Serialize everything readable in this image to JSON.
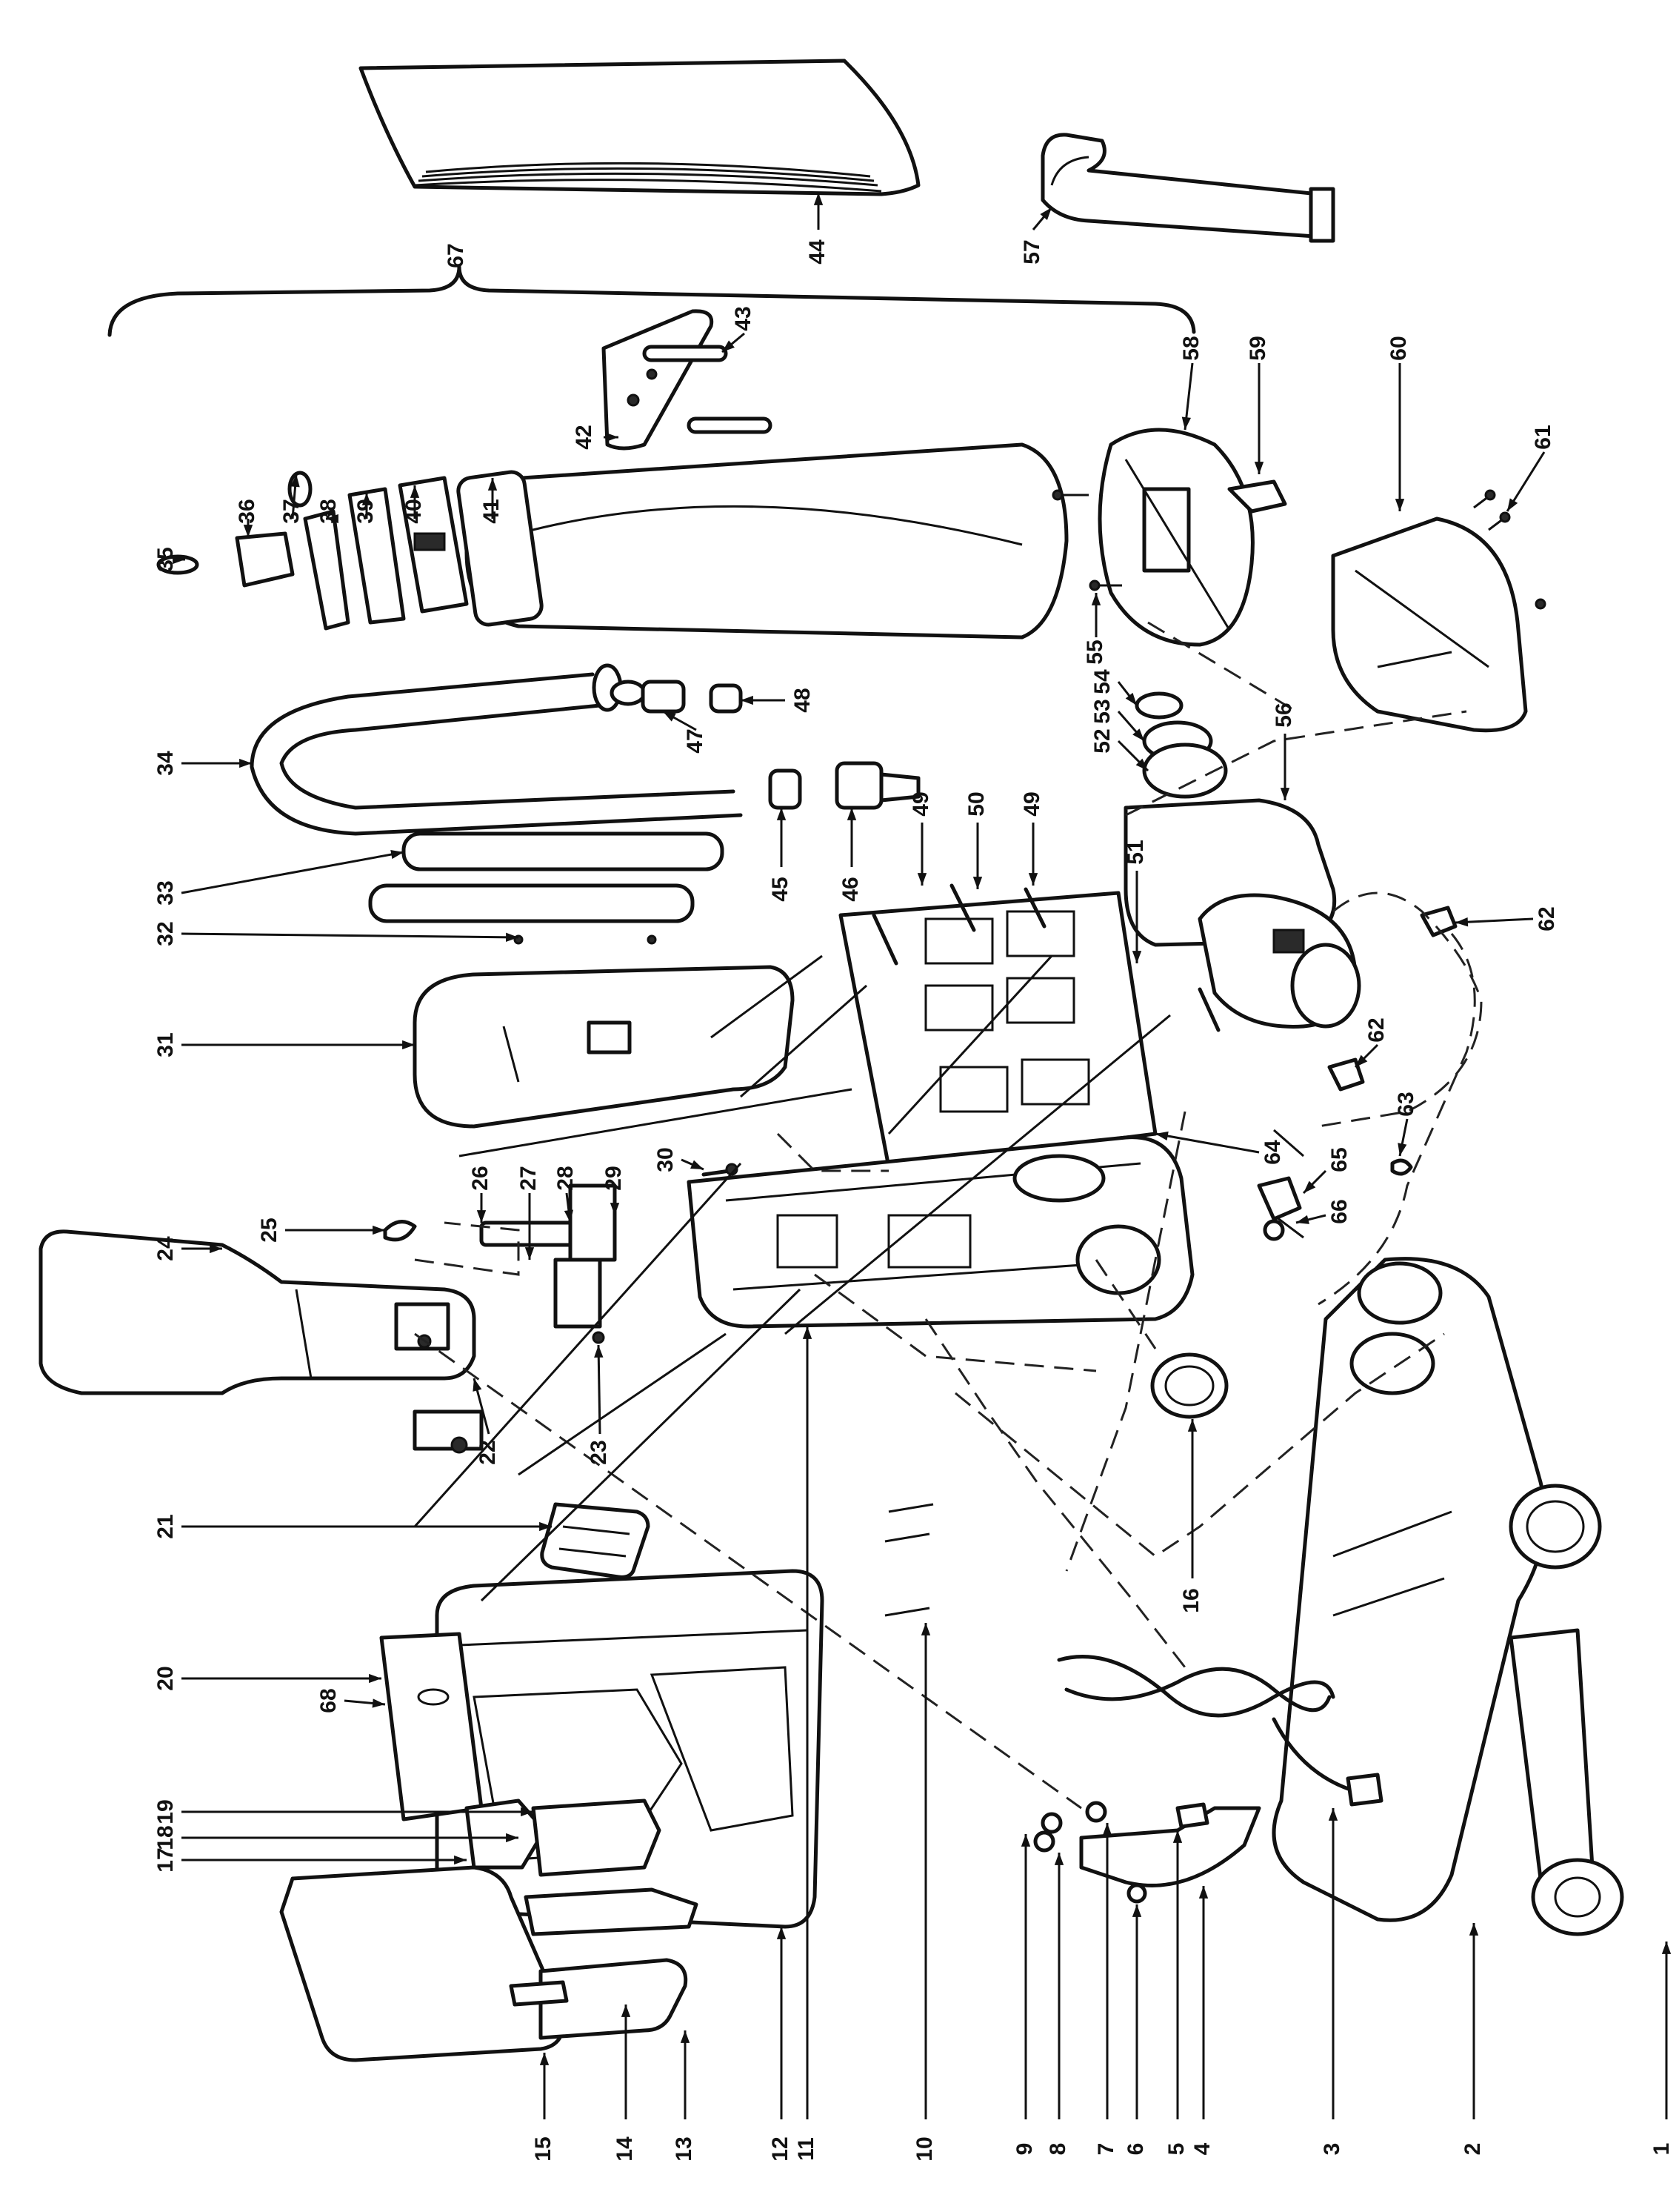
{
  "diagram": {
    "callouts": [
      {
        "id": "c1",
        "label": "1"
      },
      {
        "id": "c2",
        "label": "2"
      },
      {
        "id": "c3",
        "label": "3"
      },
      {
        "id": "c4",
        "label": "4"
      },
      {
        "id": "c5",
        "label": "5"
      },
      {
        "id": "c6",
        "label": "6"
      },
      {
        "id": "c7",
        "label": "7"
      },
      {
        "id": "c8",
        "label": "8"
      },
      {
        "id": "c9",
        "label": "9"
      },
      {
        "id": "c10",
        "label": "10"
      },
      {
        "id": "c11",
        "label": "11"
      },
      {
        "id": "c12",
        "label": "12"
      },
      {
        "id": "c13",
        "label": "13"
      },
      {
        "id": "c14",
        "label": "14"
      },
      {
        "id": "c15",
        "label": "15"
      },
      {
        "id": "c16",
        "label": "16"
      },
      {
        "id": "c17",
        "label": "17"
      },
      {
        "id": "c18",
        "label": "18"
      },
      {
        "id": "c19",
        "label": "19"
      },
      {
        "id": "c20",
        "label": "20"
      },
      {
        "id": "c21",
        "label": "21"
      },
      {
        "id": "c22",
        "label": "22"
      },
      {
        "id": "c23",
        "label": "23"
      },
      {
        "id": "c24",
        "label": "24"
      },
      {
        "id": "c25",
        "label": "25"
      },
      {
        "id": "c26",
        "label": "26"
      },
      {
        "id": "c27",
        "label": "27"
      },
      {
        "id": "c28",
        "label": "28"
      },
      {
        "id": "c29",
        "label": "29"
      },
      {
        "id": "c30",
        "label": "30"
      },
      {
        "id": "c31",
        "label": "31"
      },
      {
        "id": "c32",
        "label": "32"
      },
      {
        "id": "c33",
        "label": "33"
      },
      {
        "id": "c34",
        "label": "34"
      },
      {
        "id": "c35",
        "label": "35"
      },
      {
        "id": "c36",
        "label": "36"
      },
      {
        "id": "c37",
        "label": "37"
      },
      {
        "id": "c38",
        "label": "38"
      },
      {
        "id": "c39",
        "label": "39"
      },
      {
        "id": "c40",
        "label": "40"
      },
      {
        "id": "c41",
        "label": "41"
      },
      {
        "id": "c42",
        "label": "42"
      },
      {
        "id": "c43",
        "label": "43"
      },
      {
        "id": "c44",
        "label": "44"
      },
      {
        "id": "c45",
        "label": "45"
      },
      {
        "id": "c46",
        "label": "46"
      },
      {
        "id": "c47",
        "label": "47"
      },
      {
        "id": "c48",
        "label": "48"
      },
      {
        "id": "c49a",
        "label": "49"
      },
      {
        "id": "c49b",
        "label": "49"
      },
      {
        "id": "c50",
        "label": "50"
      },
      {
        "id": "c51",
        "label": "51"
      },
      {
        "id": "c52",
        "label": "52"
      },
      {
        "id": "c53",
        "label": "53"
      },
      {
        "id": "c54",
        "label": "54"
      },
      {
        "id": "c55",
        "label": "55"
      },
      {
        "id": "c56",
        "label": "56"
      },
      {
        "id": "c57",
        "label": "57"
      },
      {
        "id": "c58",
        "label": "58"
      },
      {
        "id": "c59",
        "label": "59"
      },
      {
        "id": "c60",
        "label": "60"
      },
      {
        "id": "c61",
        "label": "61"
      },
      {
        "id": "c62a",
        "label": "62"
      },
      {
        "id": "c62b",
        "label": "62"
      },
      {
        "id": "c63",
        "label": "63"
      },
      {
        "id": "c64",
        "label": "64"
      },
      {
        "id": "c65",
        "label": "65"
      },
      {
        "id": "c66",
        "label": "66"
      },
      {
        "id": "c67",
        "label": "67"
      },
      {
        "id": "c68",
        "label": "68"
      }
    ]
  }
}
